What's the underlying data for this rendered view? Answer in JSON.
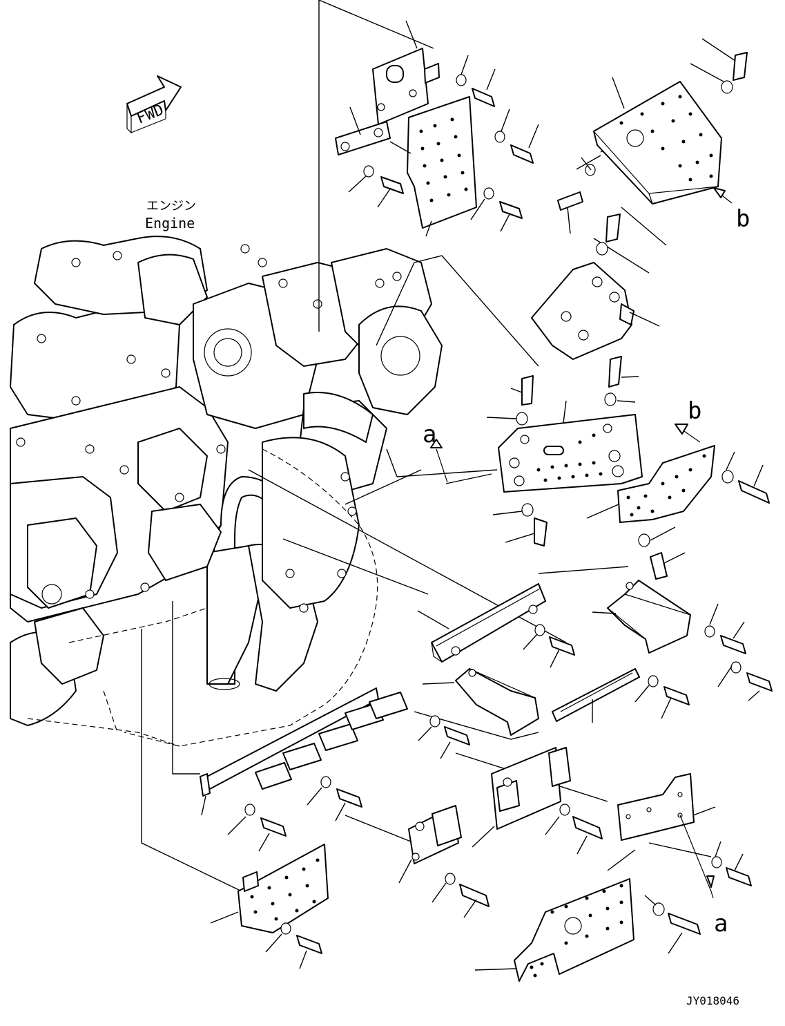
{
  "labels": {
    "fwd": "FWD",
    "engine_jp": "エンジン",
    "engine_en": "Engine",
    "ref_a_1": "a",
    "ref_a_2": "a",
    "ref_b_1": "b",
    "ref_b_2": "b",
    "drawing_id": "JY018046"
  }
}
